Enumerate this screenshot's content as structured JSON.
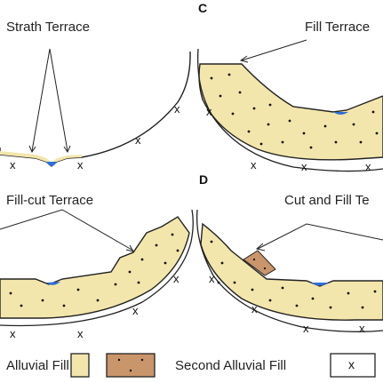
{
  "panels": {
    "c": "C",
    "d": "D"
  },
  "terraces": {
    "strath": "Strath Terrace",
    "fill": "Fill Terrace",
    "fill_cut": "Fill-cut Terrace",
    "cut_and_fill": "Cut and Fill Te"
  },
  "bedrock_marker": "x",
  "legend": {
    "alluvial_fill": "Alluvial Fill",
    "second_alluvial_fill": "Second Alluvial Fill",
    "bedrock_symbol": "x"
  },
  "colors": {
    "alluvial_fill": "#f3e6ac",
    "second_alluvial_fill": "#c9956a",
    "water": "#2f6fd6",
    "outline": "#222222"
  }
}
